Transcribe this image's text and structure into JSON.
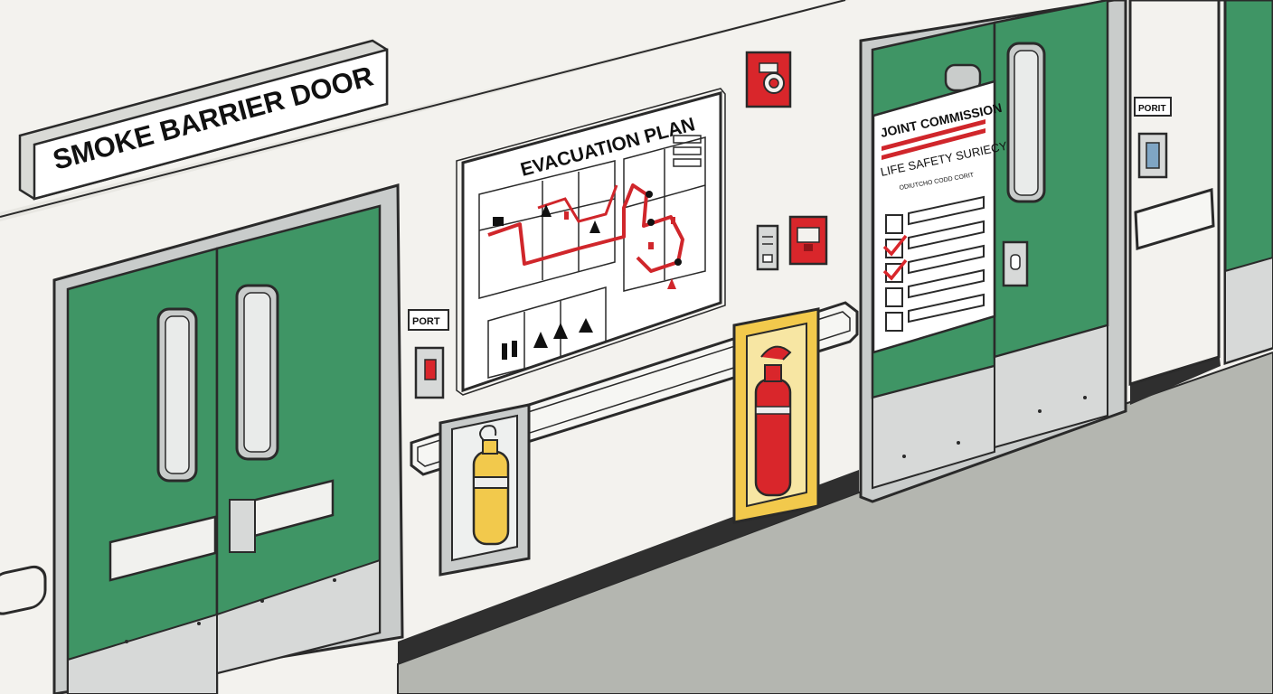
{
  "signs": {
    "smoke_barrier": "SMOKE BARRIER DOOR",
    "evacuation_plan": "EVACUATION PLAN",
    "joint_commission": "JOINT COMMISSION",
    "life_safety": "LIFE SAFETY SURIECY",
    "checklist_subtitle": "ODIUTCHO CODD CORIT",
    "port_left": "PORT",
    "port_right": "PORIT"
  },
  "checklist": {
    "checked": [
      false,
      true,
      true,
      false,
      false
    ]
  },
  "colors": {
    "door_green": "#3f9565",
    "frame_gray": "#c9cccb",
    "wall": "#f3f2ee",
    "floor": "#b4b6b0",
    "alarm_red": "#d9262b",
    "extinguisher_red": "#d9262b",
    "cabinet_yellow": "#f2c94c",
    "route_red": "#d0262b"
  },
  "icons": [
    "fire-alarm-pull-icon",
    "fire-extinguisher-icon",
    "door-release-icon",
    "light-switch-icon"
  ]
}
